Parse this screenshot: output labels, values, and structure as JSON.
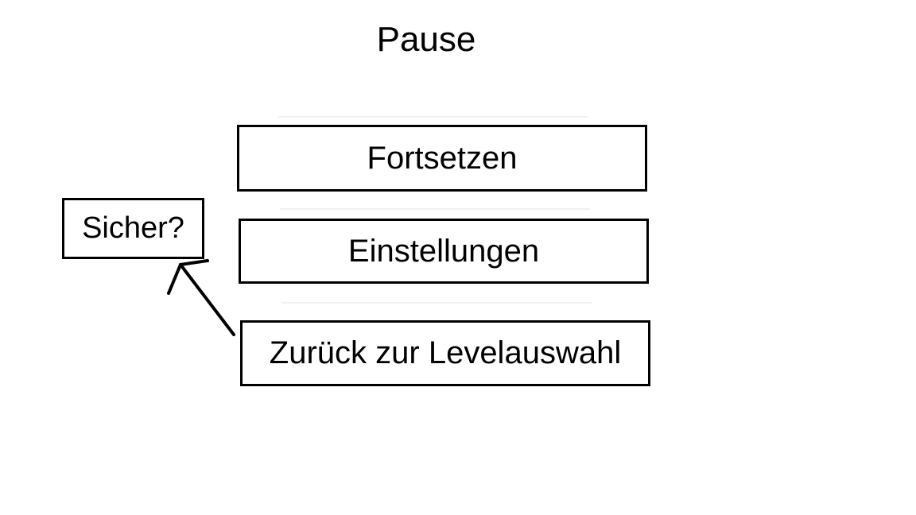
{
  "title": "Pause",
  "menu": {
    "resume_label": "Fortsetzen",
    "settings_label": "Einstellungen",
    "back_label": "Zurück zur Levelauswahl"
  },
  "confirm": {
    "label": "Sicher?"
  },
  "colors": {
    "background": "#ffffff",
    "ink": "#000000"
  }
}
